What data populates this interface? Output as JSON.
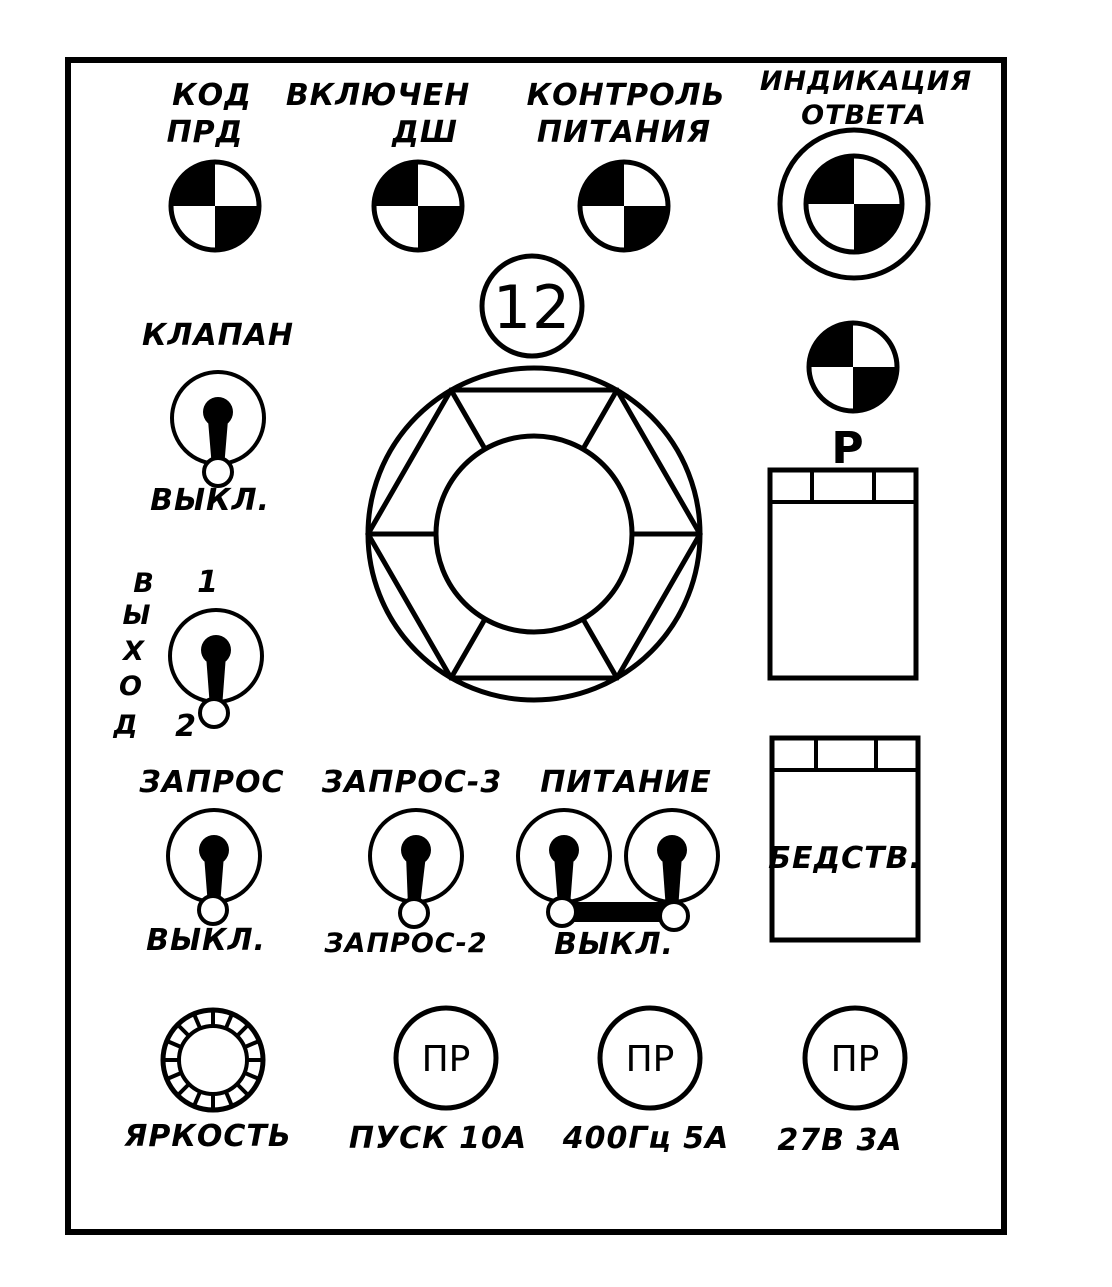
{
  "lamps": {
    "kod_prd": [
      "КОД",
      "ПРД"
    ],
    "vkluchen_dsh": [
      "ВКЛЮЧЕН",
      "ДШ"
    ],
    "kontrol_pitaniya": [
      "КОНТРОЛЬ",
      "ПИТАНИЯ"
    ],
    "indikaciya_otveta": [
      "ИНДИКАЦИЯ",
      "ОТВЕТА"
    ],
    "r": "Р"
  },
  "number_badge": "12",
  "switches": {
    "klapan": {
      "on": "КЛАПАН",
      "off": "ВЫКЛ."
    },
    "vyhod": {
      "title": [
        "В",
        "Ы",
        "Х",
        "О",
        "Д"
      ],
      "pos1": "1",
      "pos2": "2"
    },
    "zapros": {
      "on": "ЗАПРОС",
      "off": "ВЫКЛ."
    },
    "zapros3": {
      "on": "ЗАПРОС-3",
      "off": "ЗАПРОС-2"
    },
    "pitanie": {
      "on": "ПИТАНИЕ",
      "off": "ВЫКЛ."
    }
  },
  "buttons": {
    "bedstv": "БЕДСТВ."
  },
  "brightness": "ЯРКОСТЬ",
  "fuses": [
    {
      "text": "ПР",
      "label": "ПУСК 10А"
    },
    {
      "text": "ПР",
      "label": "400Гц 5А"
    },
    {
      "text": "ПР",
      "label": "27В 3А"
    }
  ],
  "colors": {
    "ink": "#000000",
    "paper": "#ffffff"
  }
}
